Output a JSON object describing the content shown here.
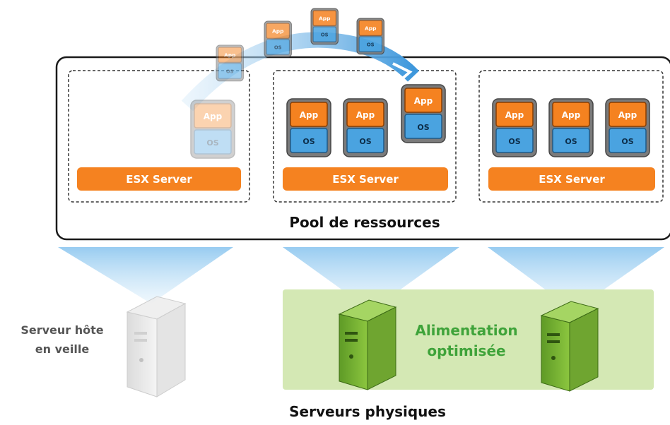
{
  "pool": {
    "label": "Pool de ressources"
  },
  "hosts": [
    {
      "bar_label": "ESX Server"
    },
    {
      "bar_label": "ESX Server"
    },
    {
      "bar_label": "ESX Server"
    }
  ],
  "vm": {
    "app_label": "App",
    "os_label": "OS"
  },
  "standby": {
    "label_line1": "Serveur hôte",
    "label_line2": "en veille"
  },
  "green_zone": {
    "label_line1": "Alimentation",
    "label_line2": "optimisée"
  },
  "footer": {
    "label": "Serveurs physiques"
  },
  "colors": {
    "orange": "#f58220",
    "blue": "#4aa3e0",
    "green_zone": "#d4e8b4",
    "green_text": "#3fa33a",
    "beam": "#a9d3f0"
  }
}
